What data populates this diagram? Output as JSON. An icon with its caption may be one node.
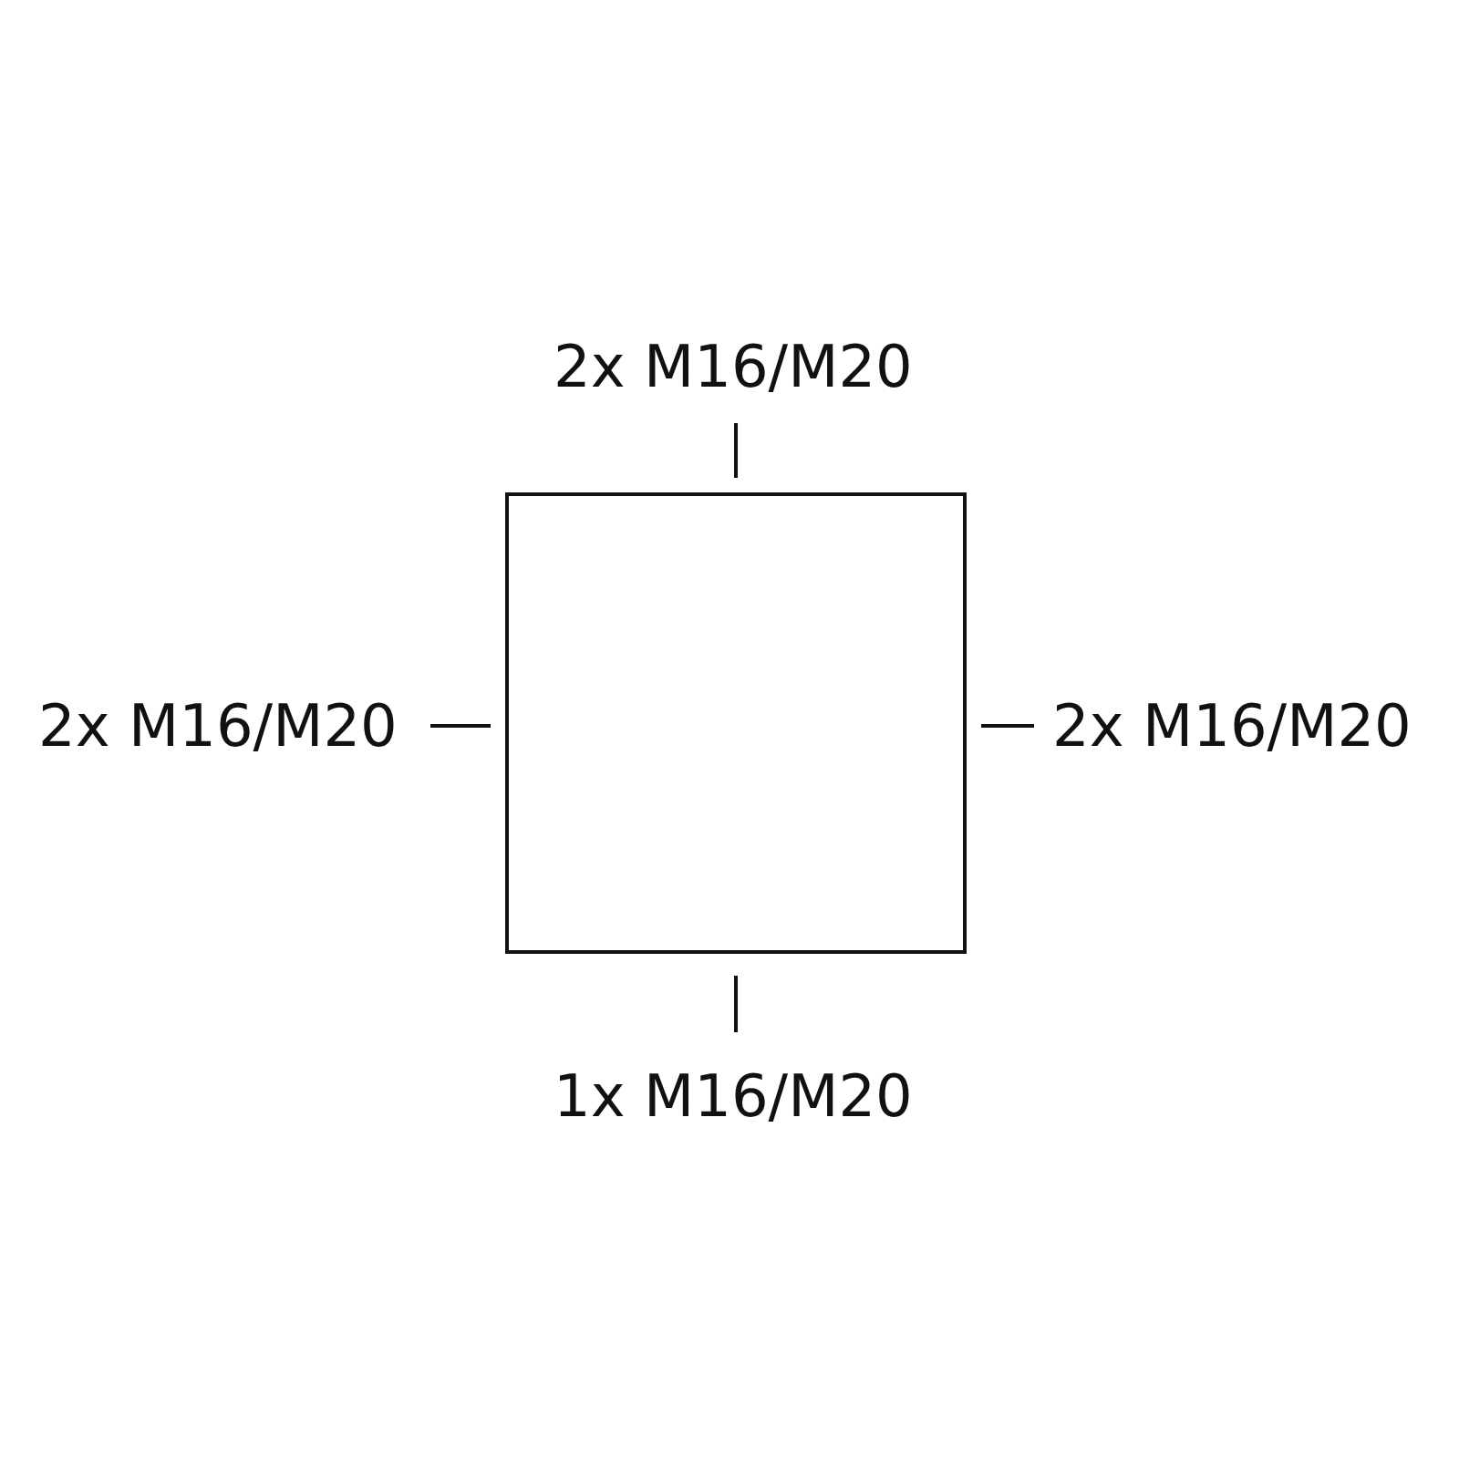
{
  "diagram": {
    "nodes": [
      {
        "text": [
          "2x M16/M20"
        ]
      },
      {
        "text": [
          "2x M16/M20"
        ]
      },
      {
        "text": [],
        "shape": "box"
      },
      {
        "text": [
          "2x M16/M20"
        ]
      },
      {
        "text": [
          "1x M16/M20"
        ]
      }
    ],
    "edges": [
      {
        "from": 0,
        "to": 2,
        "arrow": "none"
      },
      {
        "from": 1,
        "to": 2,
        "arrow": "none"
      },
      {
        "from": 3,
        "to": 2,
        "arrow": "none"
      },
      {
        "from": 4,
        "to": 2,
        "arrow": "none"
      }
    ]
  }
}
